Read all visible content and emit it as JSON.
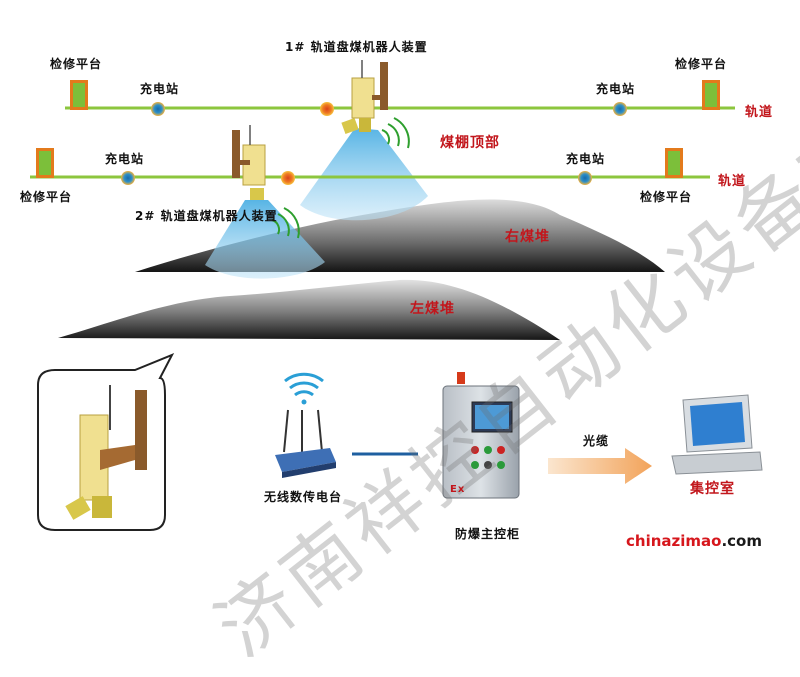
{
  "labels": {
    "robot1": "1# 轨道盘煤机器人装置",
    "robot2": "2# 轨道盘煤机器人装置",
    "repair_tl": "检修平台",
    "repair_tr": "检修平台",
    "repair_ml": "检修平台",
    "repair_mr": "检修平台",
    "charge_t1": "充电站",
    "charge_t2": "充电站",
    "charge_m1": "充电站",
    "charge_m2": "充电站",
    "rail1": "轨道",
    "rail2": "轨道",
    "roof": "煤棚顶部",
    "right_pile": "右煤堆",
    "left_pile": "左煤堆",
    "wireless": "无线数传电台",
    "cabinet": "防爆主控柜",
    "fiber": "光缆",
    "control_room": "集控室",
    "ex_mark": "Ex"
  },
  "watermark": "济南祥控自动化设备有限公司",
  "site": {
    "part1": "chinazimao",
    "part2": ".com"
  },
  "colors": {
    "rail": "#8cc63e",
    "label_red": "#c2161c",
    "station": "#1f7fb0",
    "robot_light": "#e86a1a"
  }
}
